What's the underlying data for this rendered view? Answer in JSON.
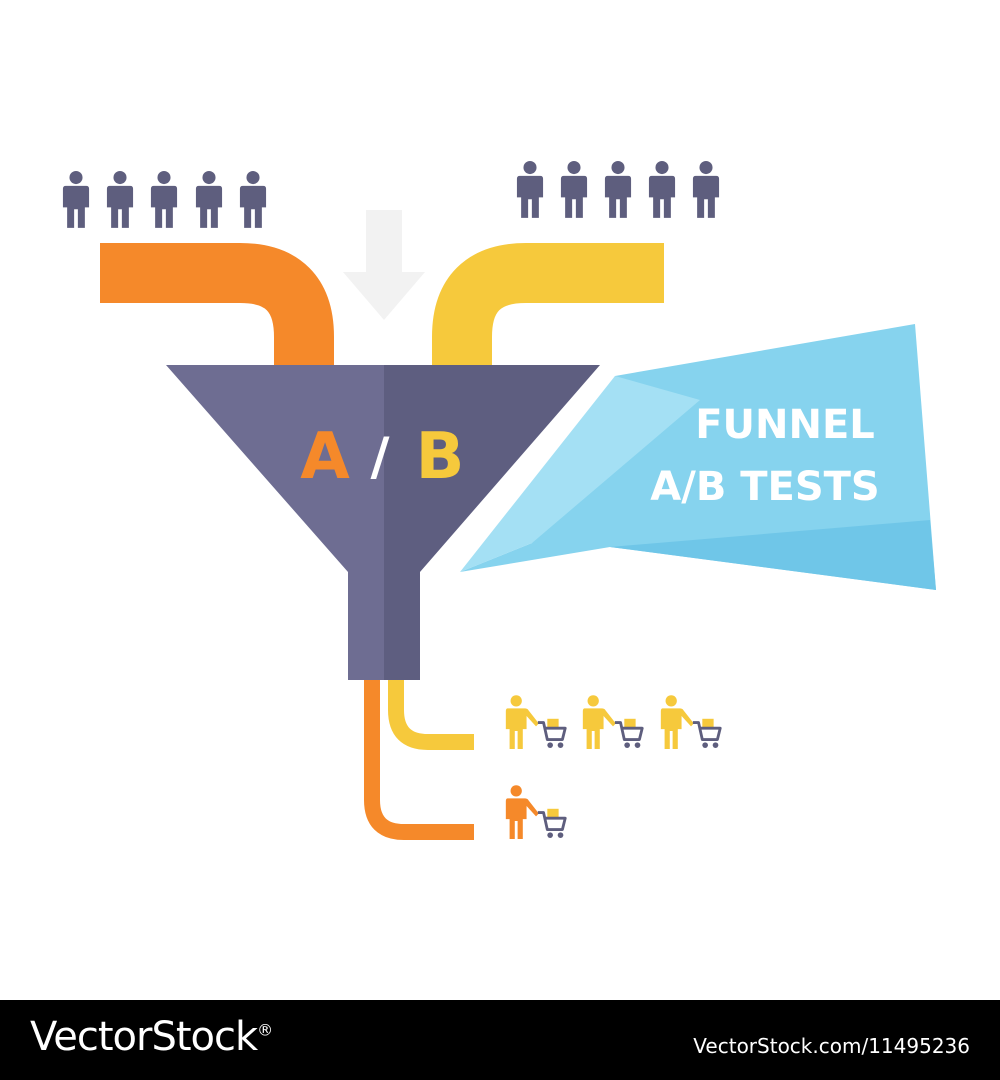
{
  "funnel": {
    "letter_a": "A",
    "slash": "/",
    "letter_b": "B"
  },
  "callout": {
    "line1": "FUNNEL",
    "line2": "A/B TESTS"
  },
  "groups": {
    "visitors_a_count": 5,
    "visitors_b_count": 5,
    "buyers_b_count": 3,
    "buyers_a_count": 1
  },
  "colors": {
    "stream_a": "#F5892A",
    "stream_b": "#F6C93C",
    "funnel_left": "#6E6D92",
    "funnel_right": "#5E5E80",
    "person": "#5E5E7E",
    "callout": "#86D3EE",
    "arrow": "#F2F2F2"
  },
  "footer": {
    "brand": "VectorStock",
    "registered": "®",
    "image_id": "VectorStock.com/11495236"
  },
  "icons": [
    "person-icon",
    "shopper-with-cart-icon",
    "down-arrow-icon"
  ]
}
